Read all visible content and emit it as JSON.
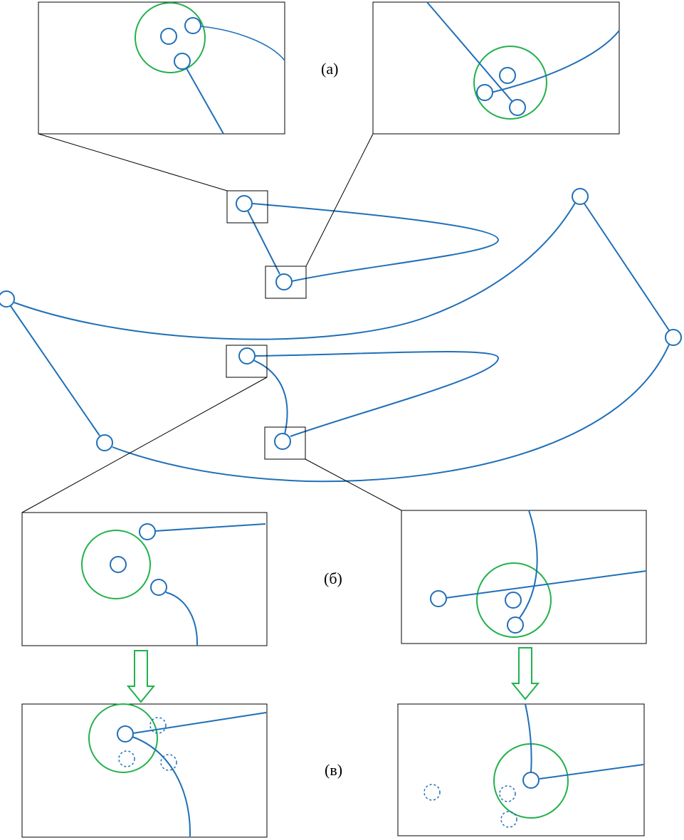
{
  "labels": {
    "a": "(а)",
    "b": "(б)",
    "c": "(в)"
  },
  "colors": {
    "curve": "#1f6fb8",
    "zone": "#22b14c",
    "frame": "#000000"
  }
}
